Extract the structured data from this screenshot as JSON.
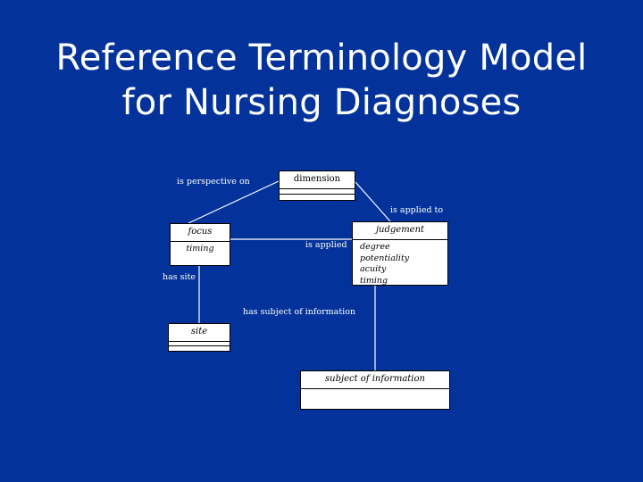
{
  "slide": {
    "background_color": "#03339a",
    "title_color": "#ffffff",
    "diagram_line_color": "#ffffff",
    "box_fill_color": "#ffffff",
    "box_border_color": "#000000",
    "title": "Reference Terminology Model\nfor Nursing Diagnoses"
  },
  "diagram": {
    "type": "uml-class-diagram",
    "classes": [
      {
        "id": "dimension",
        "name": "dimension",
        "name_style": "plain",
        "attributes": [],
        "empty_compartments": 2
      },
      {
        "id": "focus",
        "name": "focus",
        "name_style": "italic",
        "attributes": [
          "timing"
        ],
        "empty_compartments": 0
      },
      {
        "id": "judgement",
        "name": "judgement",
        "name_style": "italic",
        "attributes": [
          "degree",
          "potentiality",
          "acuity",
          "timing"
        ],
        "empty_compartments": 0
      },
      {
        "id": "site",
        "name": "site",
        "name_style": "italic",
        "attributes": [],
        "empty_compartments": 2
      },
      {
        "id": "subject-of-information",
        "name": "subject of information",
        "name_style": "italic",
        "attributes": [],
        "empty_compartments": 1
      }
    ],
    "associations": [
      {
        "id": "is-perspective-on",
        "label": "is perspective on",
        "from": "dimension",
        "to": "focus"
      },
      {
        "id": "is-applied-to",
        "label": "is applied to",
        "from": "dimension",
        "to": "judgement"
      },
      {
        "id": "is-applied",
        "label": "is applied",
        "from": "focus",
        "to": "judgement"
      },
      {
        "id": "has-site",
        "label": "has site",
        "from": "focus",
        "to": "site"
      },
      {
        "id": "has-subject-of-information",
        "label": "has subject of information",
        "from": "judgement",
        "to": "subject-of-information"
      }
    ]
  }
}
